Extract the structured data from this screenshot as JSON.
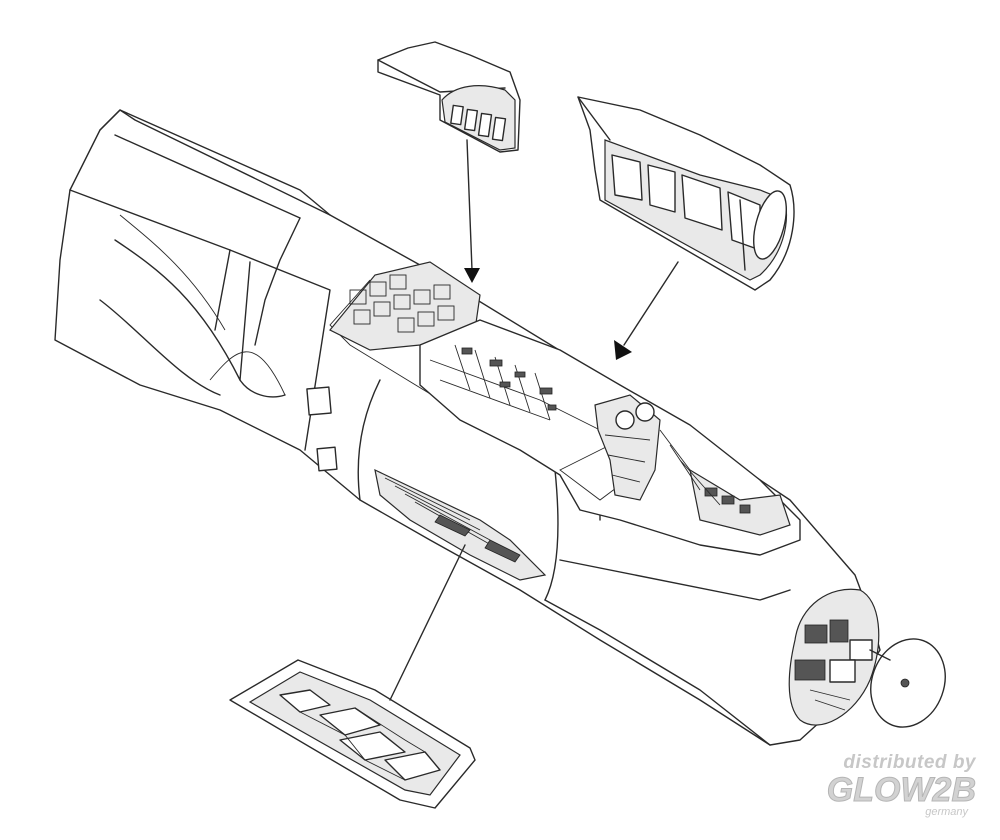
{
  "watermark": {
    "line1": "distributed by",
    "line2": "GLOW2B",
    "line3": "germany"
  }
}
